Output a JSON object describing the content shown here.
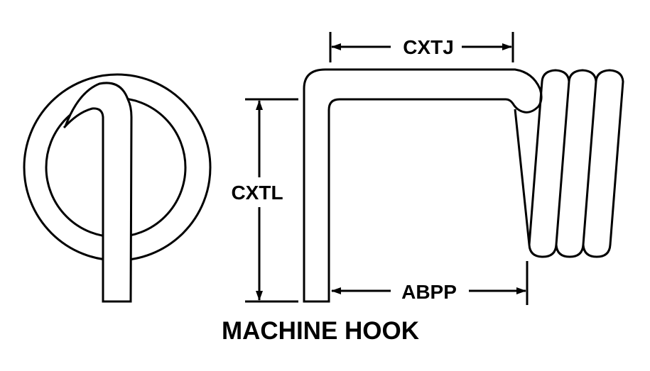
{
  "title": "MACHINE HOOK",
  "dimensions": {
    "top_width": "CXTJ",
    "height": "CXTL",
    "bottom_width": "ABPP"
  },
  "colors": {
    "stroke": "#000000",
    "background": "#ffffff"
  }
}
